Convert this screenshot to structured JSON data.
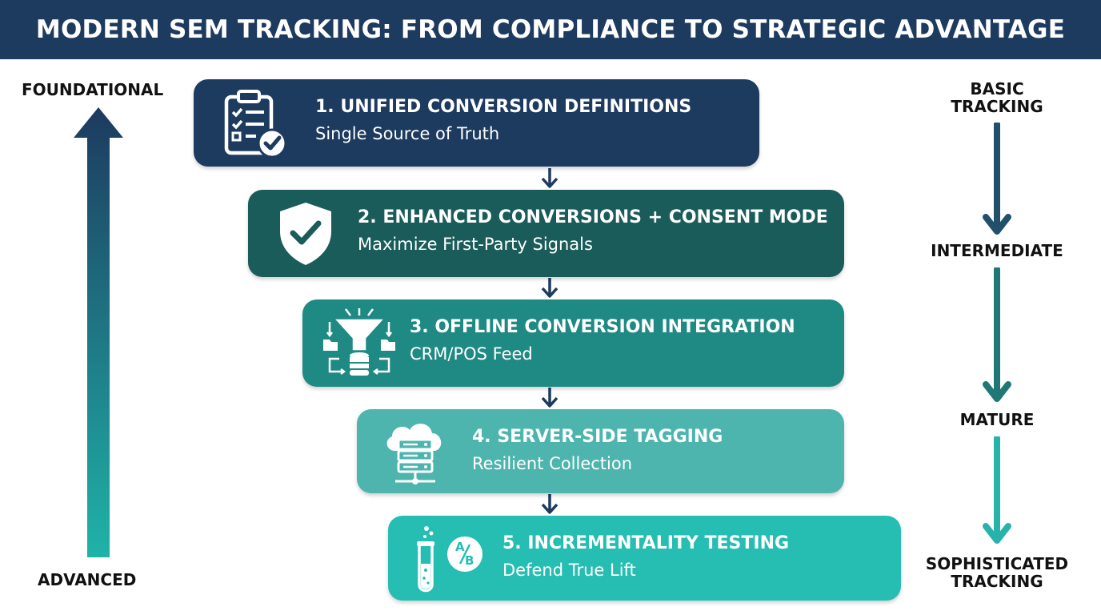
{
  "header": {
    "title": "MODERN SEM TRACKING: FROM COMPLIANCE TO STRATEGIC ADVANTAGE"
  },
  "left_axis": {
    "top_label": "FOUNDATIONAL",
    "bottom_label": "ADVANCED"
  },
  "right_axis": {
    "labels": [
      {
        "line1": "BASIC",
        "line2": "TRACKING"
      },
      {
        "line1": "INTERMEDIATE",
        "line2": ""
      },
      {
        "line1": "MATURE",
        "line2": ""
      },
      {
        "line1": "SOPHISTICATED",
        "line2": "TRACKING"
      }
    ]
  },
  "steps": [
    {
      "title": "1. UNIFIED CONVERSION DEFINITIONS",
      "subtitle": "Single Source of Truth",
      "icon": "clipboard-check-icon",
      "color": "#1d3a5f"
    },
    {
      "title": "2. ENHANCED CONVERSIONS + CONSENT MODE",
      "subtitle": "Maximize First-Party Signals",
      "icon": "shield-check-icon",
      "color": "#1a5c5a"
    },
    {
      "title": "3. OFFLINE CONVERSION INTEGRATION",
      "subtitle": "CRM/POS Feed",
      "icon": "funnel-database-icon",
      "color": "#1f8a84"
    },
    {
      "title": "4. SERVER-SIDE TAGGING",
      "subtitle": "Resilient Collection",
      "icon": "cloud-server-icon",
      "color": "#4db5ae"
    },
    {
      "title": "5. INCREMENTALITY TESTING",
      "subtitle": "Defend True Lift",
      "icon": "test-tube-ab-icon",
      "color": "#26bdb3"
    }
  ],
  "colors": {
    "navy": "#1d3a5f",
    "teal": "#1fb3a8",
    "connector": "#1d3a5f"
  }
}
